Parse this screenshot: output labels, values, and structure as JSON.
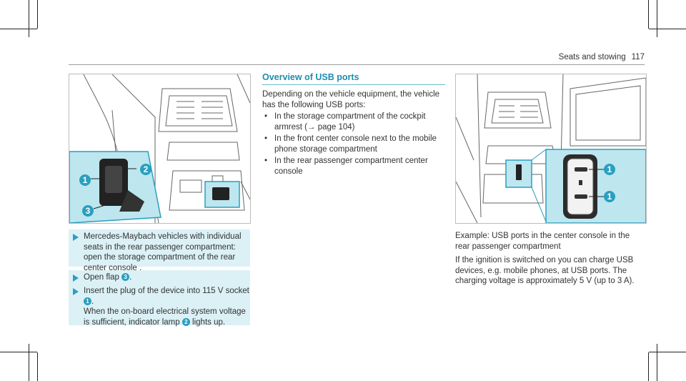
{
  "header": {
    "section": "Seats and stowing",
    "page": "117"
  },
  "left_figure": {
    "callouts": [
      "1",
      "2",
      "3"
    ]
  },
  "steps": [
    {
      "parts": [
        {
          "t": "Mercedes-Maybach vehicles with individual seats in the rear passenger compartment: open the storage compartment of the rear center console ."
        }
      ]
    },
    {
      "parts": [
        {
          "t": "Open flap "
        },
        {
          "b": "3"
        },
        {
          "t": "."
        }
      ]
    },
    {
      "parts": [
        {
          "t": "Insert the plug of the device into 115 V socket "
        },
        {
          "b": "1"
        },
        {
          "t": "."
        },
        {
          "br": true
        },
        {
          "t": "When the on-board electrical system voltage is sufficient, indicator lamp "
        },
        {
          "b": "2"
        },
        {
          "t": " lights up."
        }
      ]
    }
  ],
  "usb_section": {
    "title": "Overview of USB ports",
    "intro": "Depending on the vehicle equipment, the vehicle has the following USB ports:",
    "bullets": [
      "In the storage compartment of the cockpit armrest (→ page 104)",
      "In the front center console next to the mobile phone storage compartment",
      "In the rear passenger compartment center console"
    ]
  },
  "right_figure": {
    "callouts": [
      "1",
      "1"
    ],
    "caption": "Example: USB ports in the center console in the rear passenger compartment"
  },
  "right_text": "If the ignition is switched on you can charge USB devices, e.g. mobile phones, at USB ports. The charging voltage is approximately 5 V (up to 3 A)."
}
